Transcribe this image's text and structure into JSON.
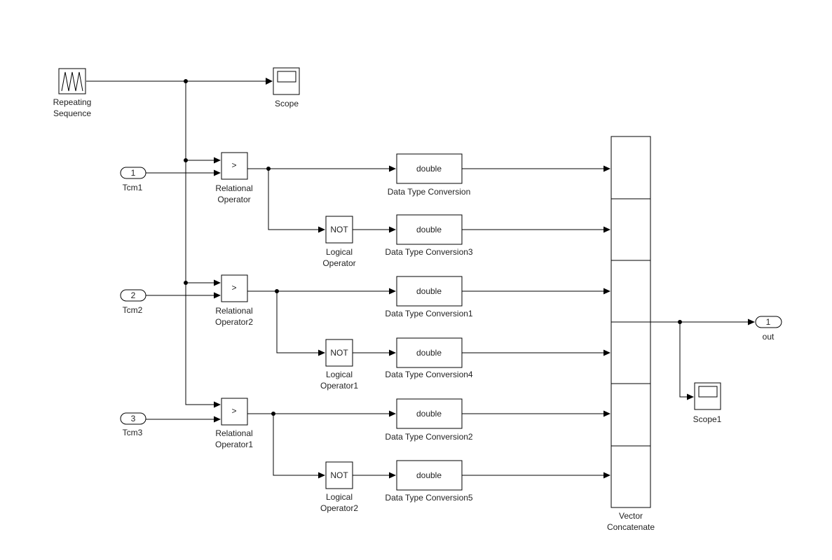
{
  "blocks": {
    "repeating_sequence": {
      "label_line1": "Repeating",
      "label_line2": "Sequence"
    },
    "scope": {
      "label": "Scope"
    },
    "scope1": {
      "label": "Scope1"
    },
    "inport_tcm1": {
      "number": "1",
      "label": "Tcm1"
    },
    "inport_tcm2": {
      "number": "2",
      "label": "Tcm2"
    },
    "inport_tcm3": {
      "number": "3",
      "label": "Tcm3"
    },
    "relational_operator": {
      "symbol": ">",
      "label_line1": "Relational",
      "label_line2": "Operator"
    },
    "relational_operator2": {
      "symbol": ">",
      "label_line1": "Relational",
      "label_line2": "Operator2"
    },
    "relational_operator1": {
      "symbol": ">",
      "label_line1": "Relational",
      "label_line2": "Operator1"
    },
    "logical_operator": {
      "text": "NOT",
      "label_line1": "Logical",
      "label_line2": "Operator"
    },
    "logical_operator1": {
      "text": "NOT",
      "label_line1": "Logical",
      "label_line2": "Operator1"
    },
    "logical_operator2": {
      "text": "NOT",
      "label_line1": "Logical",
      "label_line2": "Operator2"
    },
    "dtc": {
      "text": "double",
      "label": "Data Type Conversion"
    },
    "dtc3": {
      "text": "double",
      "label": "Data Type Conversion3"
    },
    "dtc1": {
      "text": "double",
      "label": "Data Type Conversion1"
    },
    "dtc4": {
      "text": "double",
      "label": "Data Type Conversion4"
    },
    "dtc2": {
      "text": "double",
      "label": "Data Type Conversion2"
    },
    "dtc5": {
      "text": "double",
      "label": "Data Type Conversion5"
    },
    "vector_concatenate": {
      "label_line1": "Vector",
      "label_line2": "Concatenate"
    },
    "outport_out": {
      "number": "1",
      "label": "out"
    }
  }
}
